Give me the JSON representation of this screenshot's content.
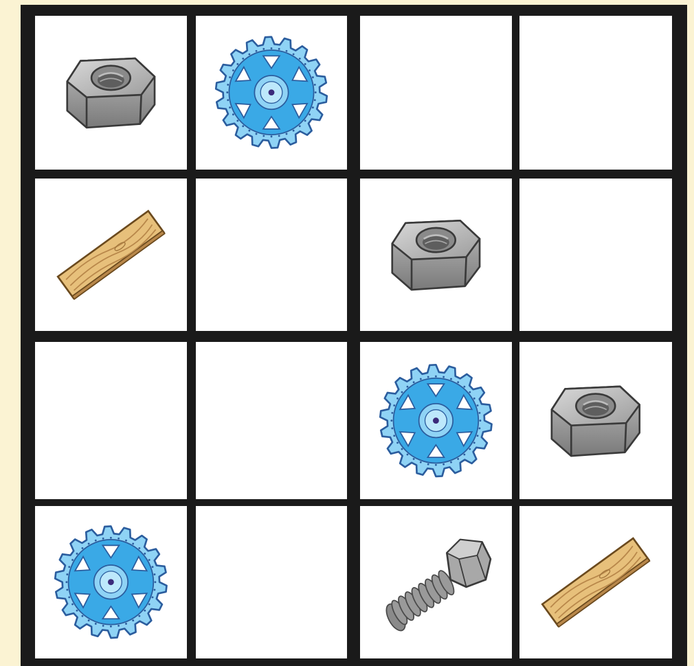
{
  "puzzle": {
    "rows": 4,
    "cols": 4,
    "grid": [
      [
        "nut",
        "gear",
        "",
        ""
      ],
      [
        "plank",
        "",
        "nut",
        ""
      ],
      [
        "",
        "",
        "gear",
        "nut"
      ],
      [
        "gear",
        "",
        "bolt",
        "plank"
      ]
    ]
  },
  "icons": {
    "nut": "hex-nut-icon",
    "gear": "gear-icon",
    "plank": "wood-plank-icon",
    "bolt": "bolt-icon"
  },
  "colors": {
    "background": "#fbf3d3",
    "grid_line": "#1a1a1a",
    "cell": "#ffffff",
    "metal": "#a9a9a9",
    "gear_blue": "#3aa9e6",
    "gear_light": "#8fd3f5",
    "wood": "#e7c07b"
  }
}
